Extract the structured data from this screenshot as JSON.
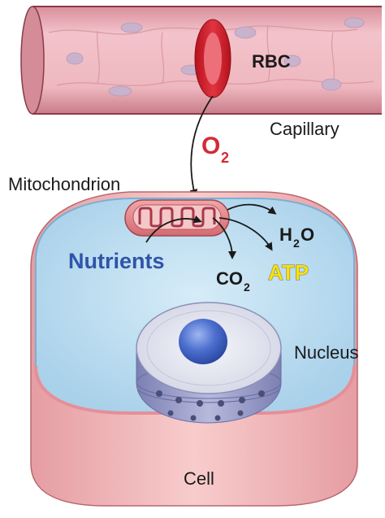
{
  "labels": {
    "rbc": "RBC",
    "capillary": "Capillary",
    "oxygen": "O",
    "oxygen_sub": "2",
    "mitochondrion": "Mitochondrion",
    "nutrients": "Nutrients",
    "water": "H",
    "water_sub": "2",
    "water_tail": "O",
    "co2": "CO",
    "co2_sub": "2",
    "atp": "ATP",
    "nucleus": "Nucleus",
    "cell": "Cell"
  },
  "colors": {
    "capillary_wall": "#e9aab4",
    "capillary_outline": "#8a3b46",
    "rbc": "#d42a34",
    "oxygen": "#d42a34",
    "nutrients": "#2f54a8",
    "atp_fill": "#f7e10c",
    "atp_outline": "#444444",
    "cytoplasm": "#c4e1f2",
    "cell_membrane": "#f0b8b8",
    "nucleus_blue": "#3a5fc0",
    "arrow": "#1a1a1a"
  }
}
